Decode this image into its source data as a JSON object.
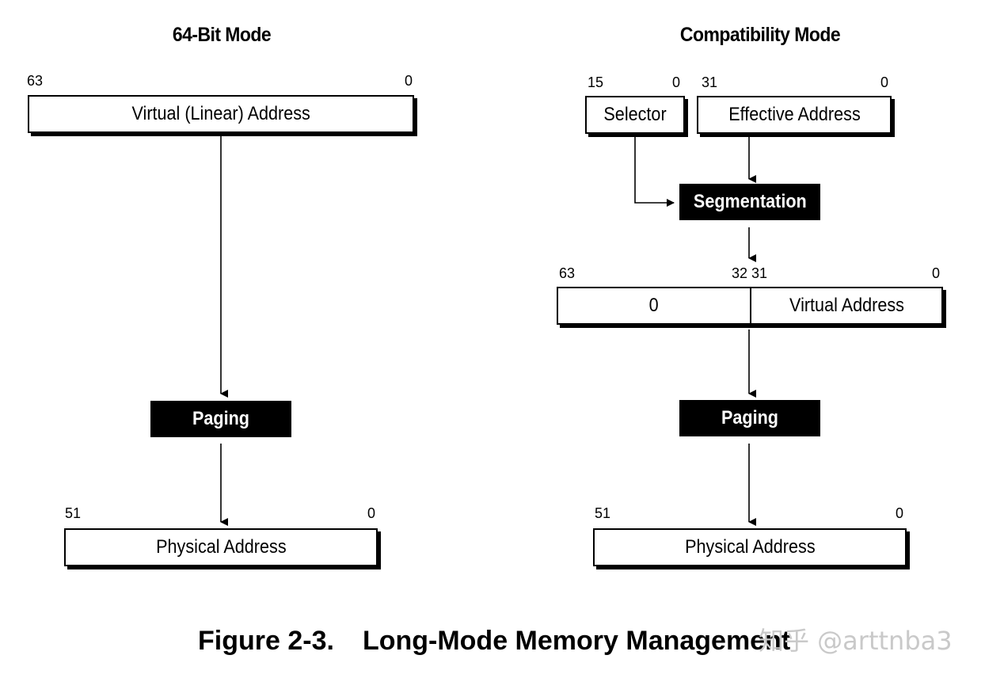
{
  "left_panel": {
    "heading": "64-Bit Mode",
    "virtual_box": {
      "label": "Virtual (Linear) Address",
      "bit_high": "63",
      "bit_low": "0"
    },
    "paging": "Paging",
    "physical_box": {
      "label": "Physical Address",
      "bit_high": "51",
      "bit_low": "0"
    }
  },
  "right_panel": {
    "heading": "Compatibility Mode",
    "selector_box": {
      "label": "Selector",
      "bit_high": "15",
      "bit_low": "0"
    },
    "effective_box": {
      "label": "Effective Address",
      "bit_high": "31",
      "bit_low": "0"
    },
    "segmentation": "Segmentation",
    "split_box": {
      "upper_label": "0",
      "lower_label": "Virtual Address",
      "bit_63": "63",
      "bit_32_31": "32 31",
      "bit_0": "0"
    },
    "paging": "Paging",
    "physical_box": {
      "label": "Physical Address",
      "bit_high": "51",
      "bit_low": "0"
    }
  },
  "figure": {
    "number": "Figure 2-3.",
    "title": "Long-Mode Memory Management"
  },
  "watermark": "知乎 @arttnba3"
}
